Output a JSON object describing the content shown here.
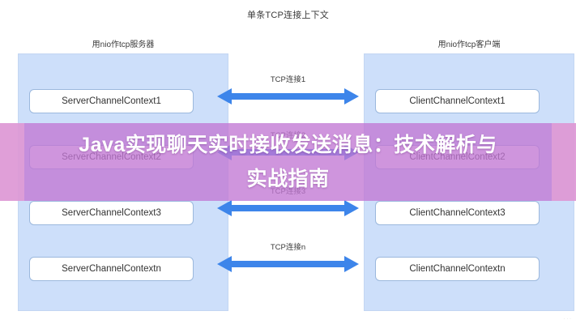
{
  "diagram": {
    "title": "单条TCP连接上下文",
    "columns": [
      {
        "header": "用nio作tcp服务器",
        "side": "left"
      },
      {
        "header": "用nio作tcp客户端",
        "side": "right"
      }
    ],
    "rows": [
      {
        "left_box": "ServerChannelContext1",
        "right_box": "ClientChannelContext1",
        "arrow_label": "TCP连接1",
        "arrow_icon": "double-arrow-horizontal-icon"
      },
      {
        "left_box": "ServerChannelContext2",
        "right_box": "ClientChannelContext2",
        "arrow_label": "TCP连接2",
        "arrow_icon": "double-arrow-horizontal-icon"
      },
      {
        "left_box": "ServerChannelContext3",
        "right_box": "ClientChannelContext3",
        "arrow_label": "TCP连接3",
        "arrow_icon": "double-arrow-horizontal-icon"
      },
      {
        "left_box": "ServerChannelContextn",
        "right_box": "ClientChannelContextn",
        "arrow_label": "TCP连接n",
        "arrow_icon": "double-arrow-horizontal-icon"
      }
    ],
    "colors": {
      "panel_fill": "#cddffa",
      "panel_border": "#c3d6f2",
      "box_fill": "#ffffff",
      "box_border": "#9bb8dd",
      "arrow_fill": "#3d85ea",
      "text": "#333333",
      "background": "#ffffff"
    }
  },
  "banner": {
    "line1": "Java实现聊天实时接收发送消息：技术解析与",
    "line2": "实战指南",
    "fill": "#c277d4",
    "edge_fill": "#e6a4d5",
    "text_color": "#ffffff"
  },
  "watermark": {
    "text": "· · ·"
  }
}
